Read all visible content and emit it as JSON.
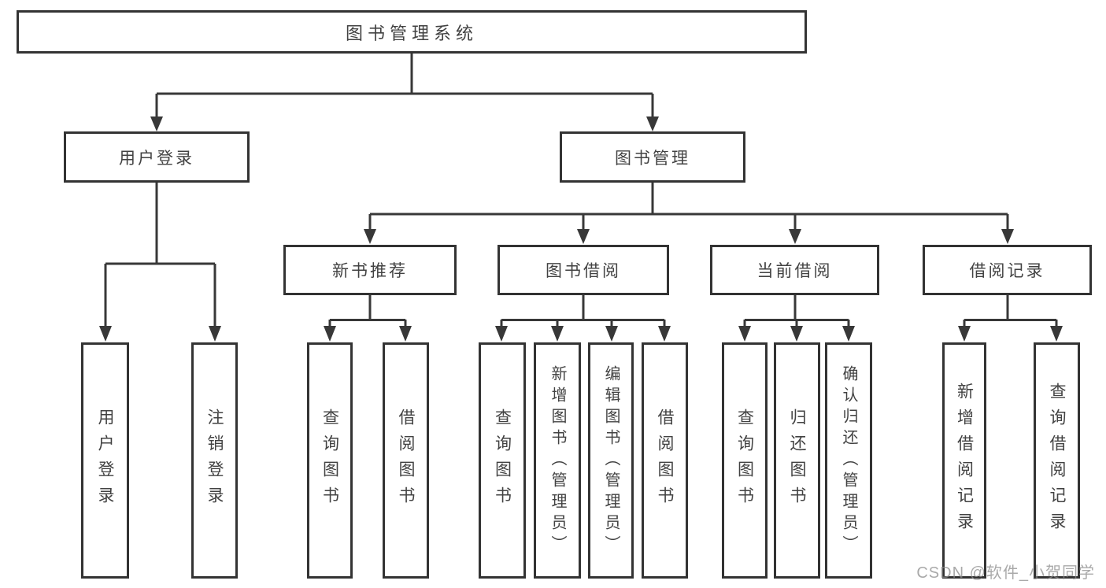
{
  "diagram": {
    "type": "hierarchy-tree",
    "colors": {
      "line": "#383838",
      "box_border": "#333333",
      "text": "#424242",
      "background": "#ffffff",
      "watermark": "#8c8c8c"
    },
    "tree": {
      "label": "图书管理系统",
      "children": [
        {
          "label": "用户登录",
          "children": [
            {
              "label": "用户登录"
            },
            {
              "label": "注销登录"
            }
          ]
        },
        {
          "label": "图书管理",
          "children": [
            {
              "label": "新书推荐",
              "children": [
                {
                  "label": "查询图书"
                },
                {
                  "label": "借阅图书"
                }
              ]
            },
            {
              "label": "图书借阅",
              "children": [
                {
                  "label": "查询图书"
                },
                {
                  "label": "新增图书（管理员）"
                },
                {
                  "label": "编辑图书（管理员）"
                },
                {
                  "label": "借阅图书"
                }
              ]
            },
            {
              "label": "当前借阅",
              "children": [
                {
                  "label": "查询图书"
                },
                {
                  "label": "归还图书"
                },
                {
                  "label": "确认归还（管理员）"
                }
              ]
            },
            {
              "label": "借阅记录",
              "children": [
                {
                  "label": "新增借阅记录"
                },
                {
                  "label": "查询借阅记录"
                }
              ]
            }
          ]
        }
      ]
    },
    "watermark": {
      "text": "CSDN @软件_小贺同学"
    }
  }
}
